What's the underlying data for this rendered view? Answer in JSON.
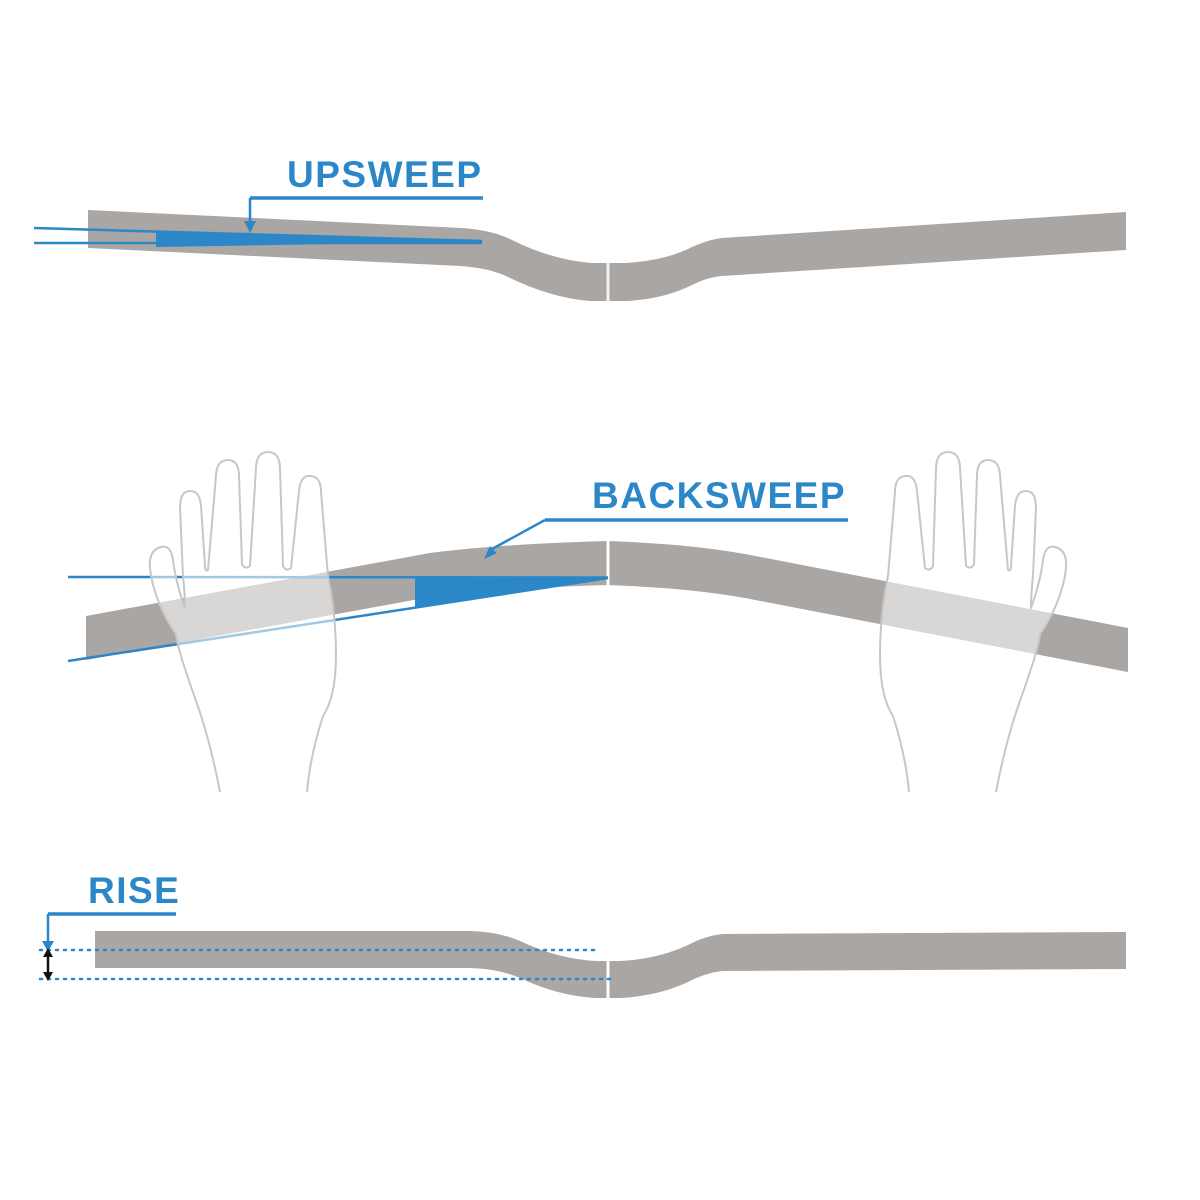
{
  "labels": {
    "upsweep": "UPSWEEP",
    "backsweep": "BACKSWEEP",
    "rise": "RISE"
  },
  "colors": {
    "accent_blue": "#2c87c8",
    "bar_gray": "#a9a6a3",
    "hand_outline": "#c9c7c5",
    "arrow_black": "#111111",
    "background": "#ffffff"
  }
}
